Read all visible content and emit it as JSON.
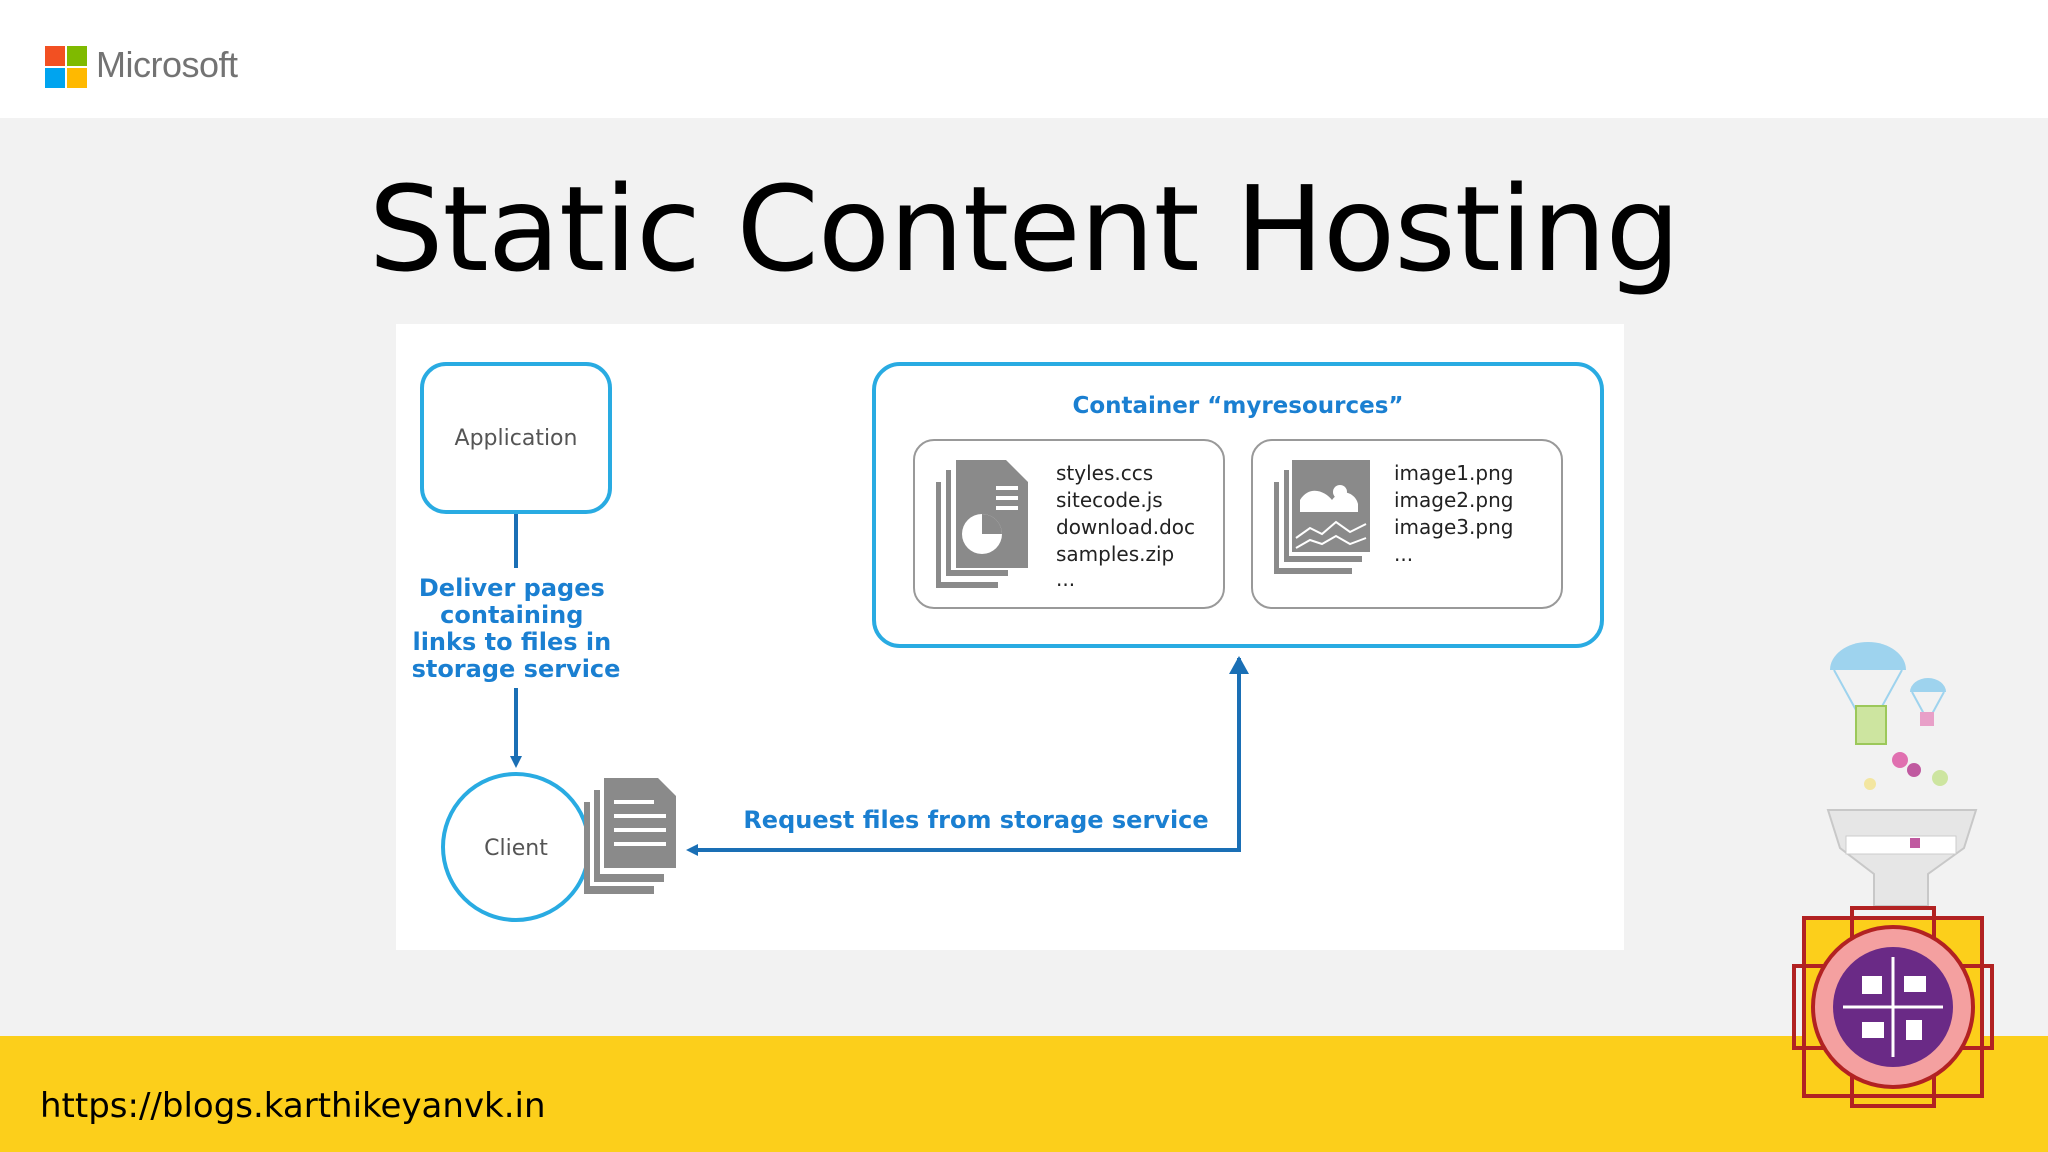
{
  "header": {
    "brand": "Microsoft"
  },
  "slide": {
    "title": "Static Content Hosting"
  },
  "diagram": {
    "application_label": "Application",
    "client_label": "Client",
    "deliver_lines": [
      "Deliver pages",
      "containing",
      "links to files in",
      "storage service"
    ],
    "request_label": "Request files from storage service",
    "container_title": "Container “myresources”",
    "files_group": [
      "styles.ccs",
      "sitecode.js",
      "download.doc",
      "samples.zip",
      "..."
    ],
    "images_group": [
      "image1.png",
      "image2.png",
      "image3.png",
      "..."
    ]
  },
  "footer": {
    "url": "https://blogs.karthikeyanvk.in"
  },
  "colors": {
    "accent_blue": "#1a7fd1",
    "box_blue": "#29abe2",
    "footer_yellow": "#fccf1b",
    "icon_gray": "#8a8a8a"
  }
}
